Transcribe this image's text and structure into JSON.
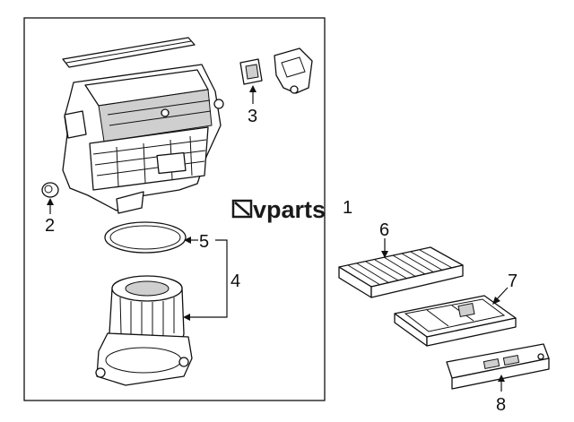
{
  "callouts": {
    "c1": "1",
    "c2": "2",
    "c3": "3",
    "c4": "4",
    "c5": "5",
    "c6": "6",
    "c7": "7",
    "c8": "8"
  },
  "watermark": {
    "text": "vparts"
  },
  "colors": {
    "line": "#111111",
    "fill": "#ffffff",
    "shade": "#cfcfcf"
  }
}
